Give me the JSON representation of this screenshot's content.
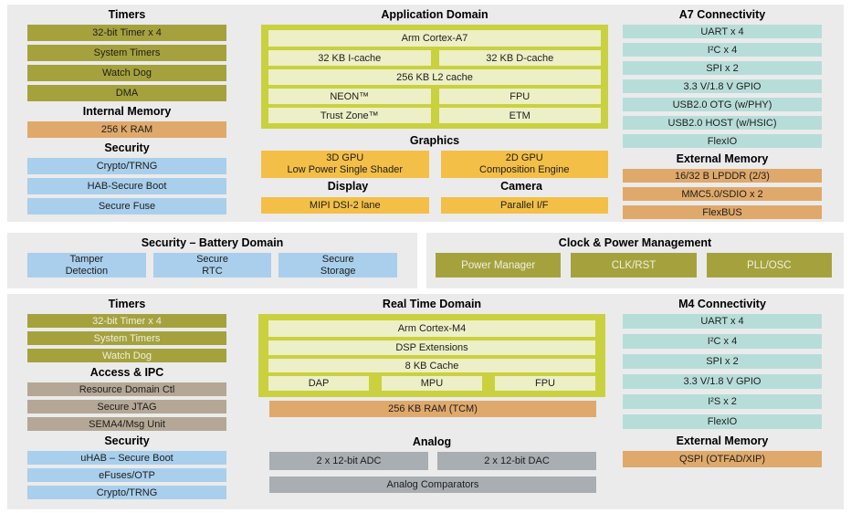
{
  "colors": {
    "panel_bg": "#ebebeb",
    "olive": "#a5a23e",
    "tan": "#dfa96b",
    "blue": "#a9cfec",
    "teal": "#b7ddd9",
    "gold": "#f4bf47",
    "frame_green": "#c9d13f",
    "pale_cell": "#edefc6",
    "taupe": "#b4a795",
    "gray": "#a9aeb3"
  },
  "top": {
    "timers": {
      "title": "Timers",
      "items": [
        "32-bit Timer x 4",
        "System Timers",
        "Watch Dog",
        "DMA"
      ]
    },
    "internal_memory": {
      "title": "Internal Memory",
      "items": [
        "256 K RAM"
      ]
    },
    "security": {
      "title": "Security",
      "items": [
        "Crypto/TRNG",
        "HAB-Secure Boot",
        "Secure Fuse"
      ]
    },
    "application_domain": {
      "title": "Application Domain",
      "cpu": "Arm Cortex-A7",
      "icache": "32 KB I-cache",
      "dcache": "32 KB D-cache",
      "l2cache": "256 KB L2 cache",
      "neon": "NEON™",
      "fpu": "FPU",
      "trustzone": "Trust Zone™",
      "etm": "ETM"
    },
    "graphics": {
      "title": "Graphics",
      "gpu3d_line1": "3D GPU",
      "gpu3d_line2": "Low Power Single Shader",
      "gpu2d_line1": "2D GPU",
      "gpu2d_line2": "Composition Engine"
    },
    "display": {
      "title": "Display",
      "item": "MIPI DSI-2 lane"
    },
    "camera": {
      "title": "Camera",
      "item": "Parallel I/F"
    },
    "a7_connectivity": {
      "title": "A7 Connectivity",
      "items": [
        "UART x 4",
        "I²C x 4",
        "SPI x 2",
        "3.3 V/1.8 V GPIO",
        "USB2.0 OTG (w/PHY)",
        "USB2.0 HOST (w/HSIC)",
        "FlexIO"
      ]
    },
    "external_memory": {
      "title": "External Memory",
      "items": [
        "16/32 B LPDDR (2/3)",
        "MMC5.0/SDIO x 2",
        "FlexBUS"
      ]
    }
  },
  "middle": {
    "security_battery": {
      "title": "Security – Battery Domain",
      "items": [
        {
          "line1": "Tamper",
          "line2": "Detection"
        },
        {
          "line1": "Secure",
          "line2": "RTC"
        },
        {
          "line1": "Secure",
          "line2": "Storage"
        }
      ]
    },
    "clock_power": {
      "title": "Clock & Power Management",
      "items": [
        "Power Manager",
        "CLK/RST",
        "PLL/OSC"
      ]
    }
  },
  "bottom": {
    "timers": {
      "title": "Timers",
      "items": [
        "32-bit Timer x 4",
        "System Timers",
        "Watch Dog"
      ]
    },
    "access_ipc": {
      "title": "Access & IPC",
      "items": [
        "Resource Domain Ctl",
        "Secure JTAG",
        "SEMA4/Msg Unit"
      ]
    },
    "security": {
      "title": "Security",
      "items": [
        "uHAB – Secure Boot",
        "eFuses/OTP",
        "Crypto/TRNG"
      ]
    },
    "real_time_domain": {
      "title": "Real Time Domain",
      "cpu": "Arm Cortex-M4",
      "dsp": "DSP Extensions",
      "cache": "8 KB Cache",
      "dap": "DAP",
      "mpu": "MPU",
      "fpu": "FPU"
    },
    "ram": "256 KB RAM (TCM)",
    "analog": {
      "title": "Analog",
      "adc": "2 x 12-bit ADC",
      "dac": "2 x 12-bit DAC",
      "comparators": "Analog Comparators"
    },
    "m4_connectivity": {
      "title": "M4 Connectivity",
      "items": [
        "UART x 4",
        "I²C x 4",
        "SPI x 2",
        "3.3 V/1.8 V GPIO",
        "I²S x 2",
        "FlexIO"
      ]
    },
    "external_memory": {
      "title": "External Memory",
      "items": [
        "QSPI (OTFAD/XIP)"
      ]
    }
  }
}
